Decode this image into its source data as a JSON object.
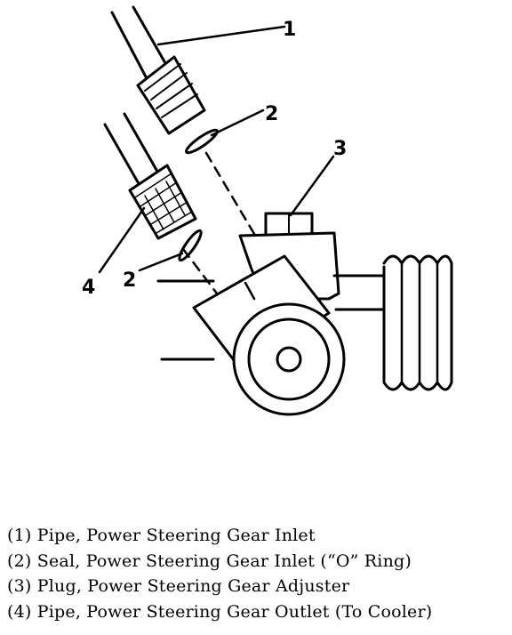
{
  "callouts": {
    "c1": "1",
    "c2a": "2",
    "c2b": "2",
    "c3": "3",
    "c4": "4"
  },
  "legend": [
    "(1)  Pipe, Power Steering Gear Inlet",
    "(2)  Seal, Power Steering Gear Inlet (“O” Ring)",
    "(3)  Plug, Power Steering Gear Adjuster",
    "(4)  Pipe, Power Steering Gear Outlet (To Cooler)"
  ]
}
